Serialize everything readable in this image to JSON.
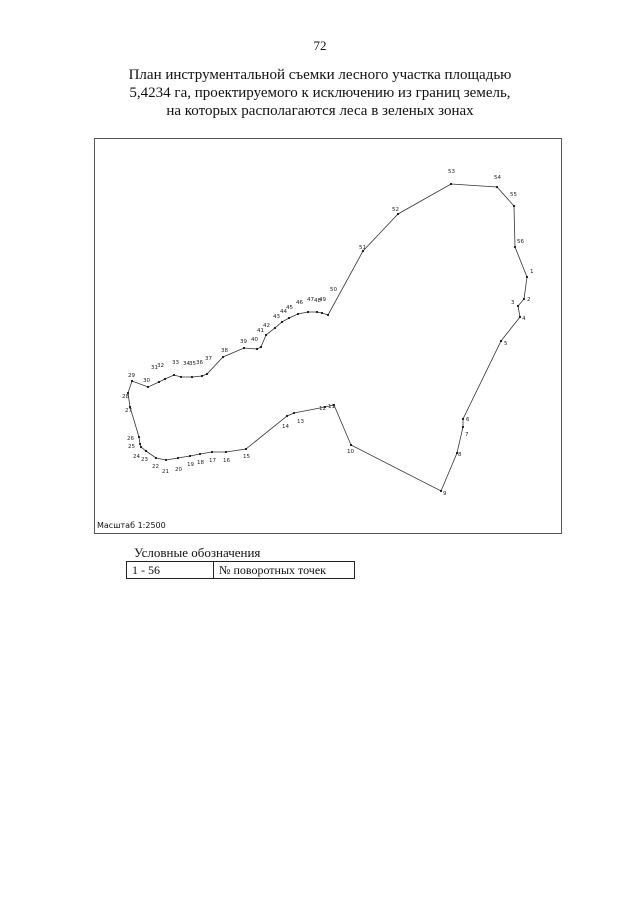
{
  "page_number": "72",
  "title_lines": [
    "План инструментальной съемки лесного участка площадью",
    "5,4234 га, проектируемого к исключению из границ земель,",
    "на которых располагаются леса в зеленых зонах"
  ],
  "map": {
    "scale_label": "Масштаб 1:2500",
    "point_labels": [
      "1",
      "2",
      "3",
      "4",
      "5",
      "6",
      "7",
      "8",
      "9",
      "10",
      "11",
      "12",
      "13",
      "14",
      "15",
      "16",
      "17",
      "18",
      "19",
      "20",
      "21",
      "22",
      "23",
      "24",
      "25",
      "26",
      "27",
      "28",
      "29",
      "30",
      "31",
      "32",
      "33",
      "34",
      "35",
      "36",
      "37",
      "38",
      "39",
      "40",
      "41",
      "42",
      "43",
      "44",
      "45",
      "46",
      "47",
      "48",
      "49",
      "50",
      "51",
      "52",
      "53",
      "54",
      "55",
      "56"
    ]
  },
  "legend": {
    "title": "Условные обозначения",
    "rows": [
      {
        "symbol": "1 - 56",
        "description": "№ поворотных точек"
      }
    ]
  }
}
